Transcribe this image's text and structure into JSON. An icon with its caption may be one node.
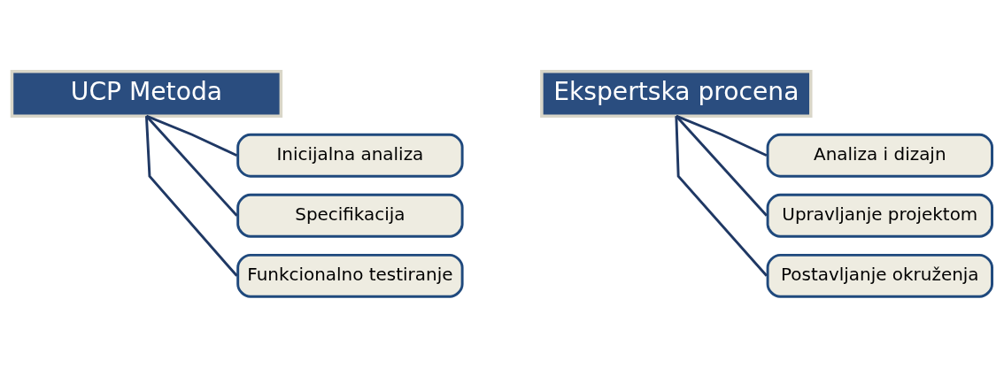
{
  "diagram": {
    "nodes": [
      {
        "text": [
          "UCP Metoda"
        ]
      },
      {
        "text": [
          "Inicijalna analiza"
        ]
      },
      {
        "text": [
          "Specifikacija"
        ]
      },
      {
        "text": [
          "Funkcionalno testiranje"
        ]
      },
      {
        "text": [
          "Ekspertska procena"
        ]
      },
      {
        "text": [
          "Analiza i dizajn"
        ]
      },
      {
        "text": [
          "Upravljanje projektom"
        ]
      },
      {
        "text": [
          "Postavljanje okruženja"
        ]
      }
    ],
    "edges": [
      {
        "from": 0,
        "to": 1,
        "arrow": "none"
      },
      {
        "from": 0,
        "to": 2,
        "arrow": "none"
      },
      {
        "from": 0,
        "to": 3,
        "arrow": "none"
      },
      {
        "from": 4,
        "to": 5,
        "arrow": "none"
      },
      {
        "from": 4,
        "to": 6,
        "arrow": "none"
      },
      {
        "from": 4,
        "to": 7,
        "arrow": "none"
      }
    ]
  }
}
